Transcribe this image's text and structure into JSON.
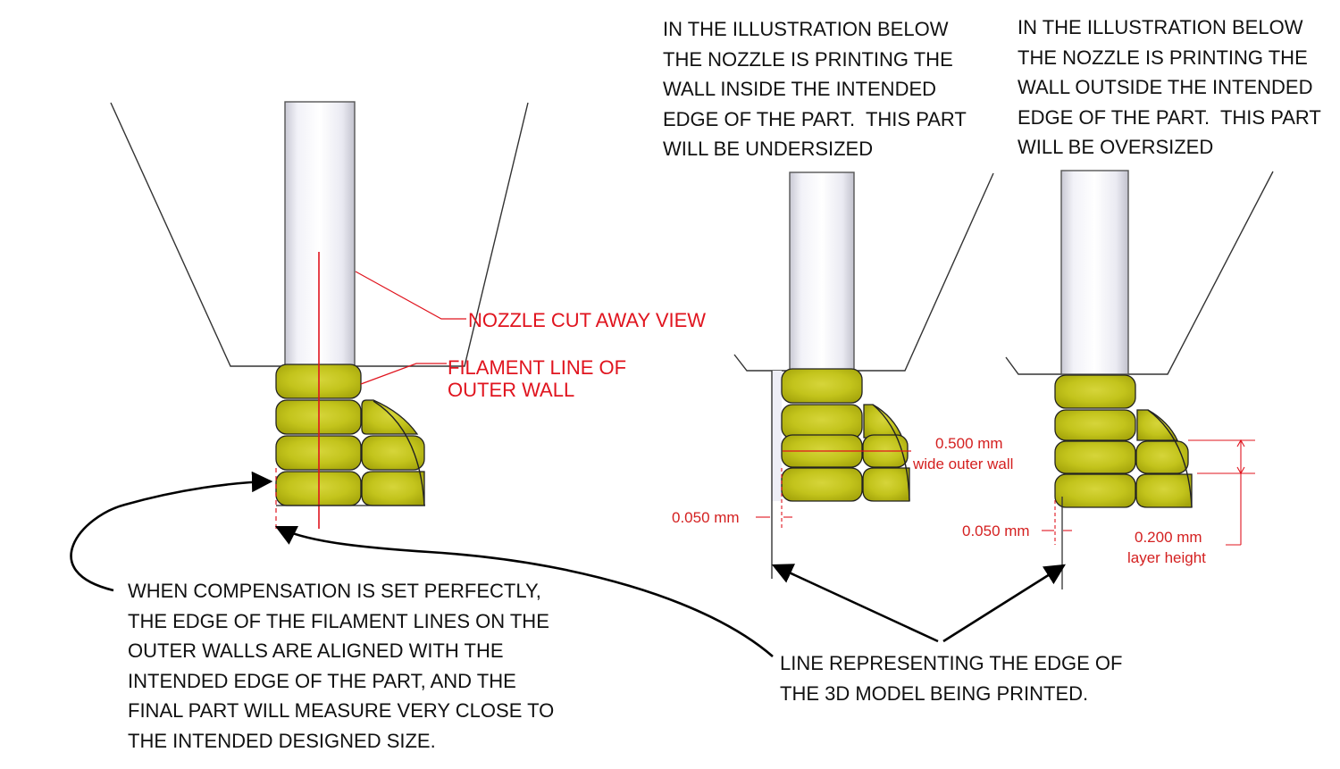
{
  "notes": {
    "undersized": [
      "IN THE ILLUSTRATION BELOW",
      "THE NOZZLE IS PRINTING THE",
      "WALL INSIDE THE INTENDED",
      "EDGE OF THE PART.  THIS PART",
      "WILL BE UNDERSIZED"
    ],
    "oversized": [
      "IN THE ILLUSTRATION BELOW",
      "THE NOZZLE IS PRINTING THE",
      "WALL OUTSIDE THE INTENDED",
      "EDGE OF THE PART.  THIS PART",
      "WILL BE OVERSIZED"
    ],
    "compensation": [
      "WHEN COMPENSATION IS SET PERFECTLY,",
      "THE EDGE OF THE FILAMENT LINES ON THE",
      "OUTER WALLS ARE ALIGNED WITH THE",
      "INTENDED EDGE OF THE PART, AND THE",
      "FINAL PART WILL MEASURE VERY CLOSE TO",
      "THE INTENDED DESIGNED SIZE."
    ],
    "model_edge": [
      "LINE REPRESENTING THE EDGE OF",
      "THE 3D MODEL BEING PRINTED."
    ]
  },
  "labels": {
    "nozzle_cutaway": "NOZZLE CUT AWAY VIEW",
    "filament_line": [
      "FILAMENT LINE OF",
      "OUTER WALL"
    ]
  },
  "dimensions": {
    "wall_width": [
      "0.500 mm",
      "wide outer wall"
    ],
    "offset_left": "0.050 mm",
    "offset_right": "0.050 mm",
    "layer_height": [
      "0.200 mm",
      "layer height"
    ]
  },
  "colors": {
    "annotation_red": "#e0141e",
    "filament_fill": "#b7b90e",
    "filament_highlight": "#d6d53a",
    "nozzle_bore": "#e9e9f3",
    "text": "#111111"
  }
}
